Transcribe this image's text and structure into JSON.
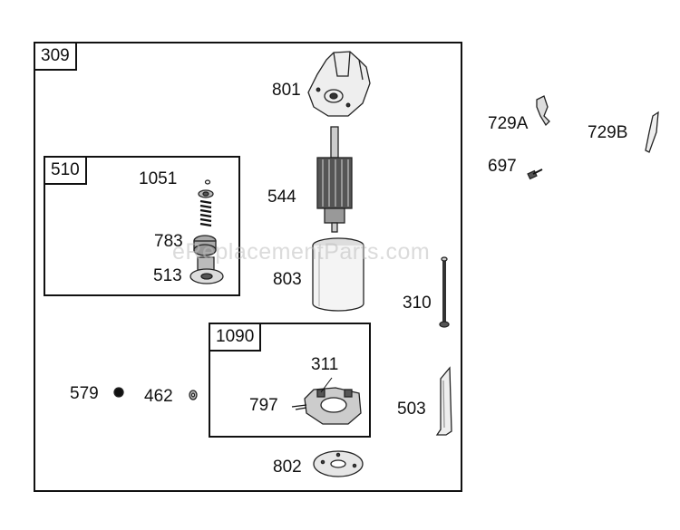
{
  "diagram": {
    "boxes": {
      "main": "309",
      "drive": "510",
      "brush": "1090"
    },
    "parts": {
      "p801": "801",
      "p544": "544",
      "p803": "803",
      "p1051": "1051",
      "p783": "783",
      "p513": "513",
      "p311": "311",
      "p797": "797",
      "p802": "802",
      "p579": "579",
      "p462": "462",
      "p729a": "729A",
      "p729b": "729B",
      "p697": "697",
      "p310": "310",
      "p503": "503"
    },
    "watermark": "eReplacementParts.com"
  }
}
